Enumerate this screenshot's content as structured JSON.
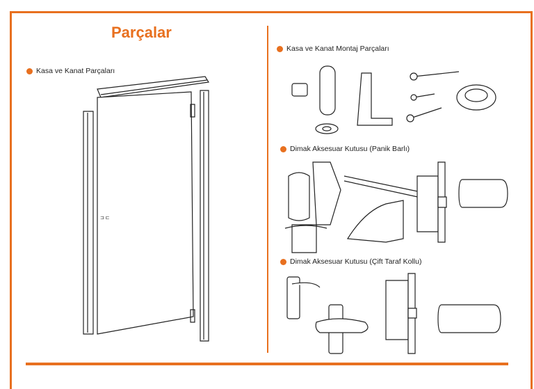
{
  "title": "Parçalar",
  "sections": [
    {
      "label": "Kasa ve Kanat Parçaları"
    },
    {
      "label": "Kasa ve Kanat Montaj Parçaları"
    },
    {
      "label": "Dimak Aksesuar Kutusu (Panik Barlı)"
    },
    {
      "label": "Dimak Aksesuar Kutusu (Çift Taraf Kollu)"
    }
  ],
  "colors": {
    "accent": "#e8701f",
    "text": "#222222"
  }
}
